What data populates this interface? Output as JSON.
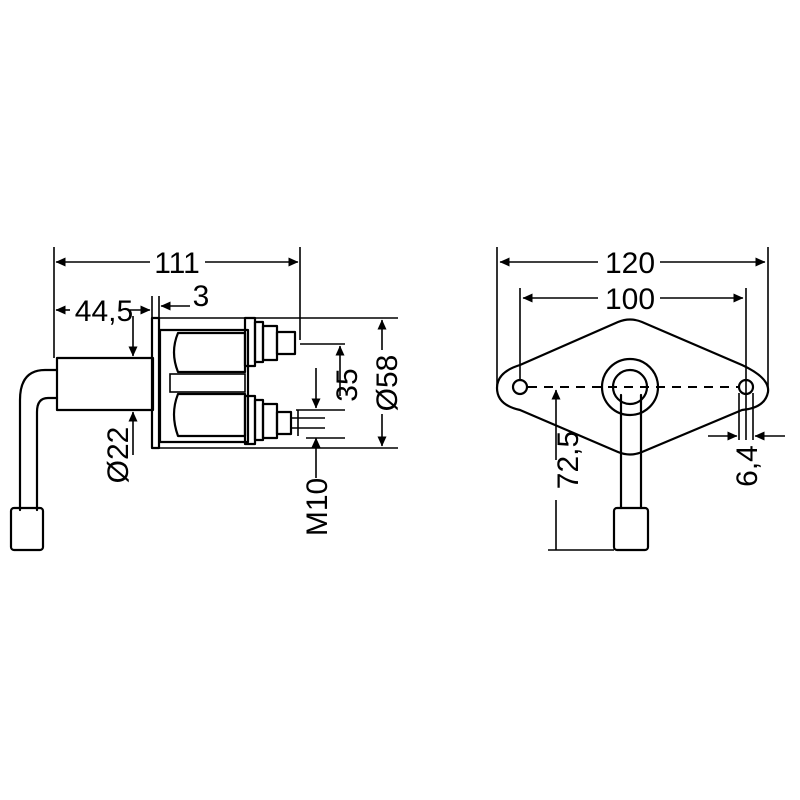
{
  "side_view": {
    "dims": {
      "overall_length": "111",
      "shaft_length": "44,5",
      "plate_thickness": "3",
      "shaft_diameter": "Ø22",
      "terminal_spacing": "35",
      "body_diameter": "Ø58",
      "thread": "M10"
    }
  },
  "front_view": {
    "dims": {
      "plate_width": "120",
      "hole_spacing": "100",
      "key_length": "72,5",
      "hole_diameter": "6,4"
    }
  }
}
